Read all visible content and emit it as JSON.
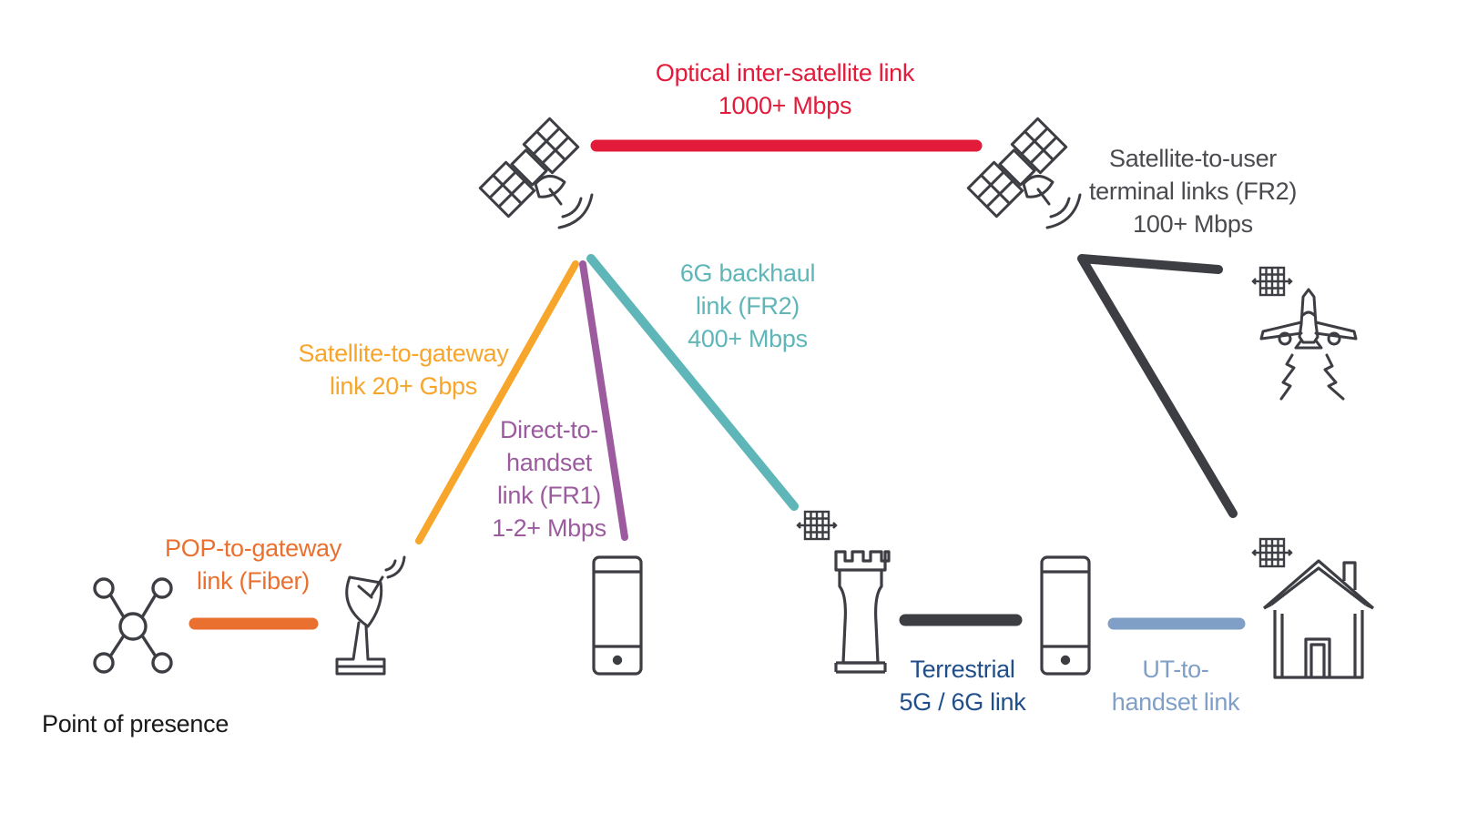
{
  "colors": {
    "optical": "#e31b3b",
    "gateway": "#f7a52b",
    "handset": "#9b5b9e",
    "backhaul": "#5fb6b8",
    "user_terminal": "#3d3e43",
    "pop": "#ea7030",
    "terrestrial": "#3d3e43",
    "ut_handset": "#7f9fc6",
    "icon": "#3d3e43",
    "terrestrial_text": "#1f4e8a",
    "ut_handset_text": "#7f9fc6",
    "user_text": "#4a4a4f",
    "pop_label_text": "#1a1a1a"
  },
  "labels": {
    "optical": [
      "Optical inter-satellite link",
      "1000+ Mbps"
    ],
    "user_terminal": [
      "Satellite-to-user",
      "terminal links (FR2)",
      "100+ Mbps"
    ],
    "backhaul": [
      "6G backhaul",
      "link (FR2)",
      "400+ Mbps"
    ],
    "gateway": [
      "Satellite-to-gateway",
      "link 20+ Gbps"
    ],
    "handset": [
      "Direct-to-",
      "handset",
      "link (FR1)",
      "1-2+ Mbps"
    ],
    "pop_gateway": [
      "POP-to-gateway",
      "link (Fiber)"
    ],
    "terrestrial": [
      "Terrestrial",
      "5G / 6G link"
    ],
    "ut_handset": [
      "UT-to-",
      "handset link"
    ],
    "pop": "Point of presence"
  },
  "icons": {
    "satellite_left": "satellite-icon",
    "satellite_right": "satellite-icon",
    "airplane": "airplane-icon",
    "ground_station": "satellite-dish-icon",
    "pop": "network-hub-icon",
    "phone_left": "smartphone-icon",
    "phone_right": "smartphone-icon",
    "tower": "cell-tower-icon",
    "house": "house-icon",
    "user_terminal_airplane": "flat-panel-terminal-icon",
    "user_terminal_tower": "flat-panel-terminal-icon",
    "user_terminal_house": "flat-panel-terminal-icon"
  }
}
